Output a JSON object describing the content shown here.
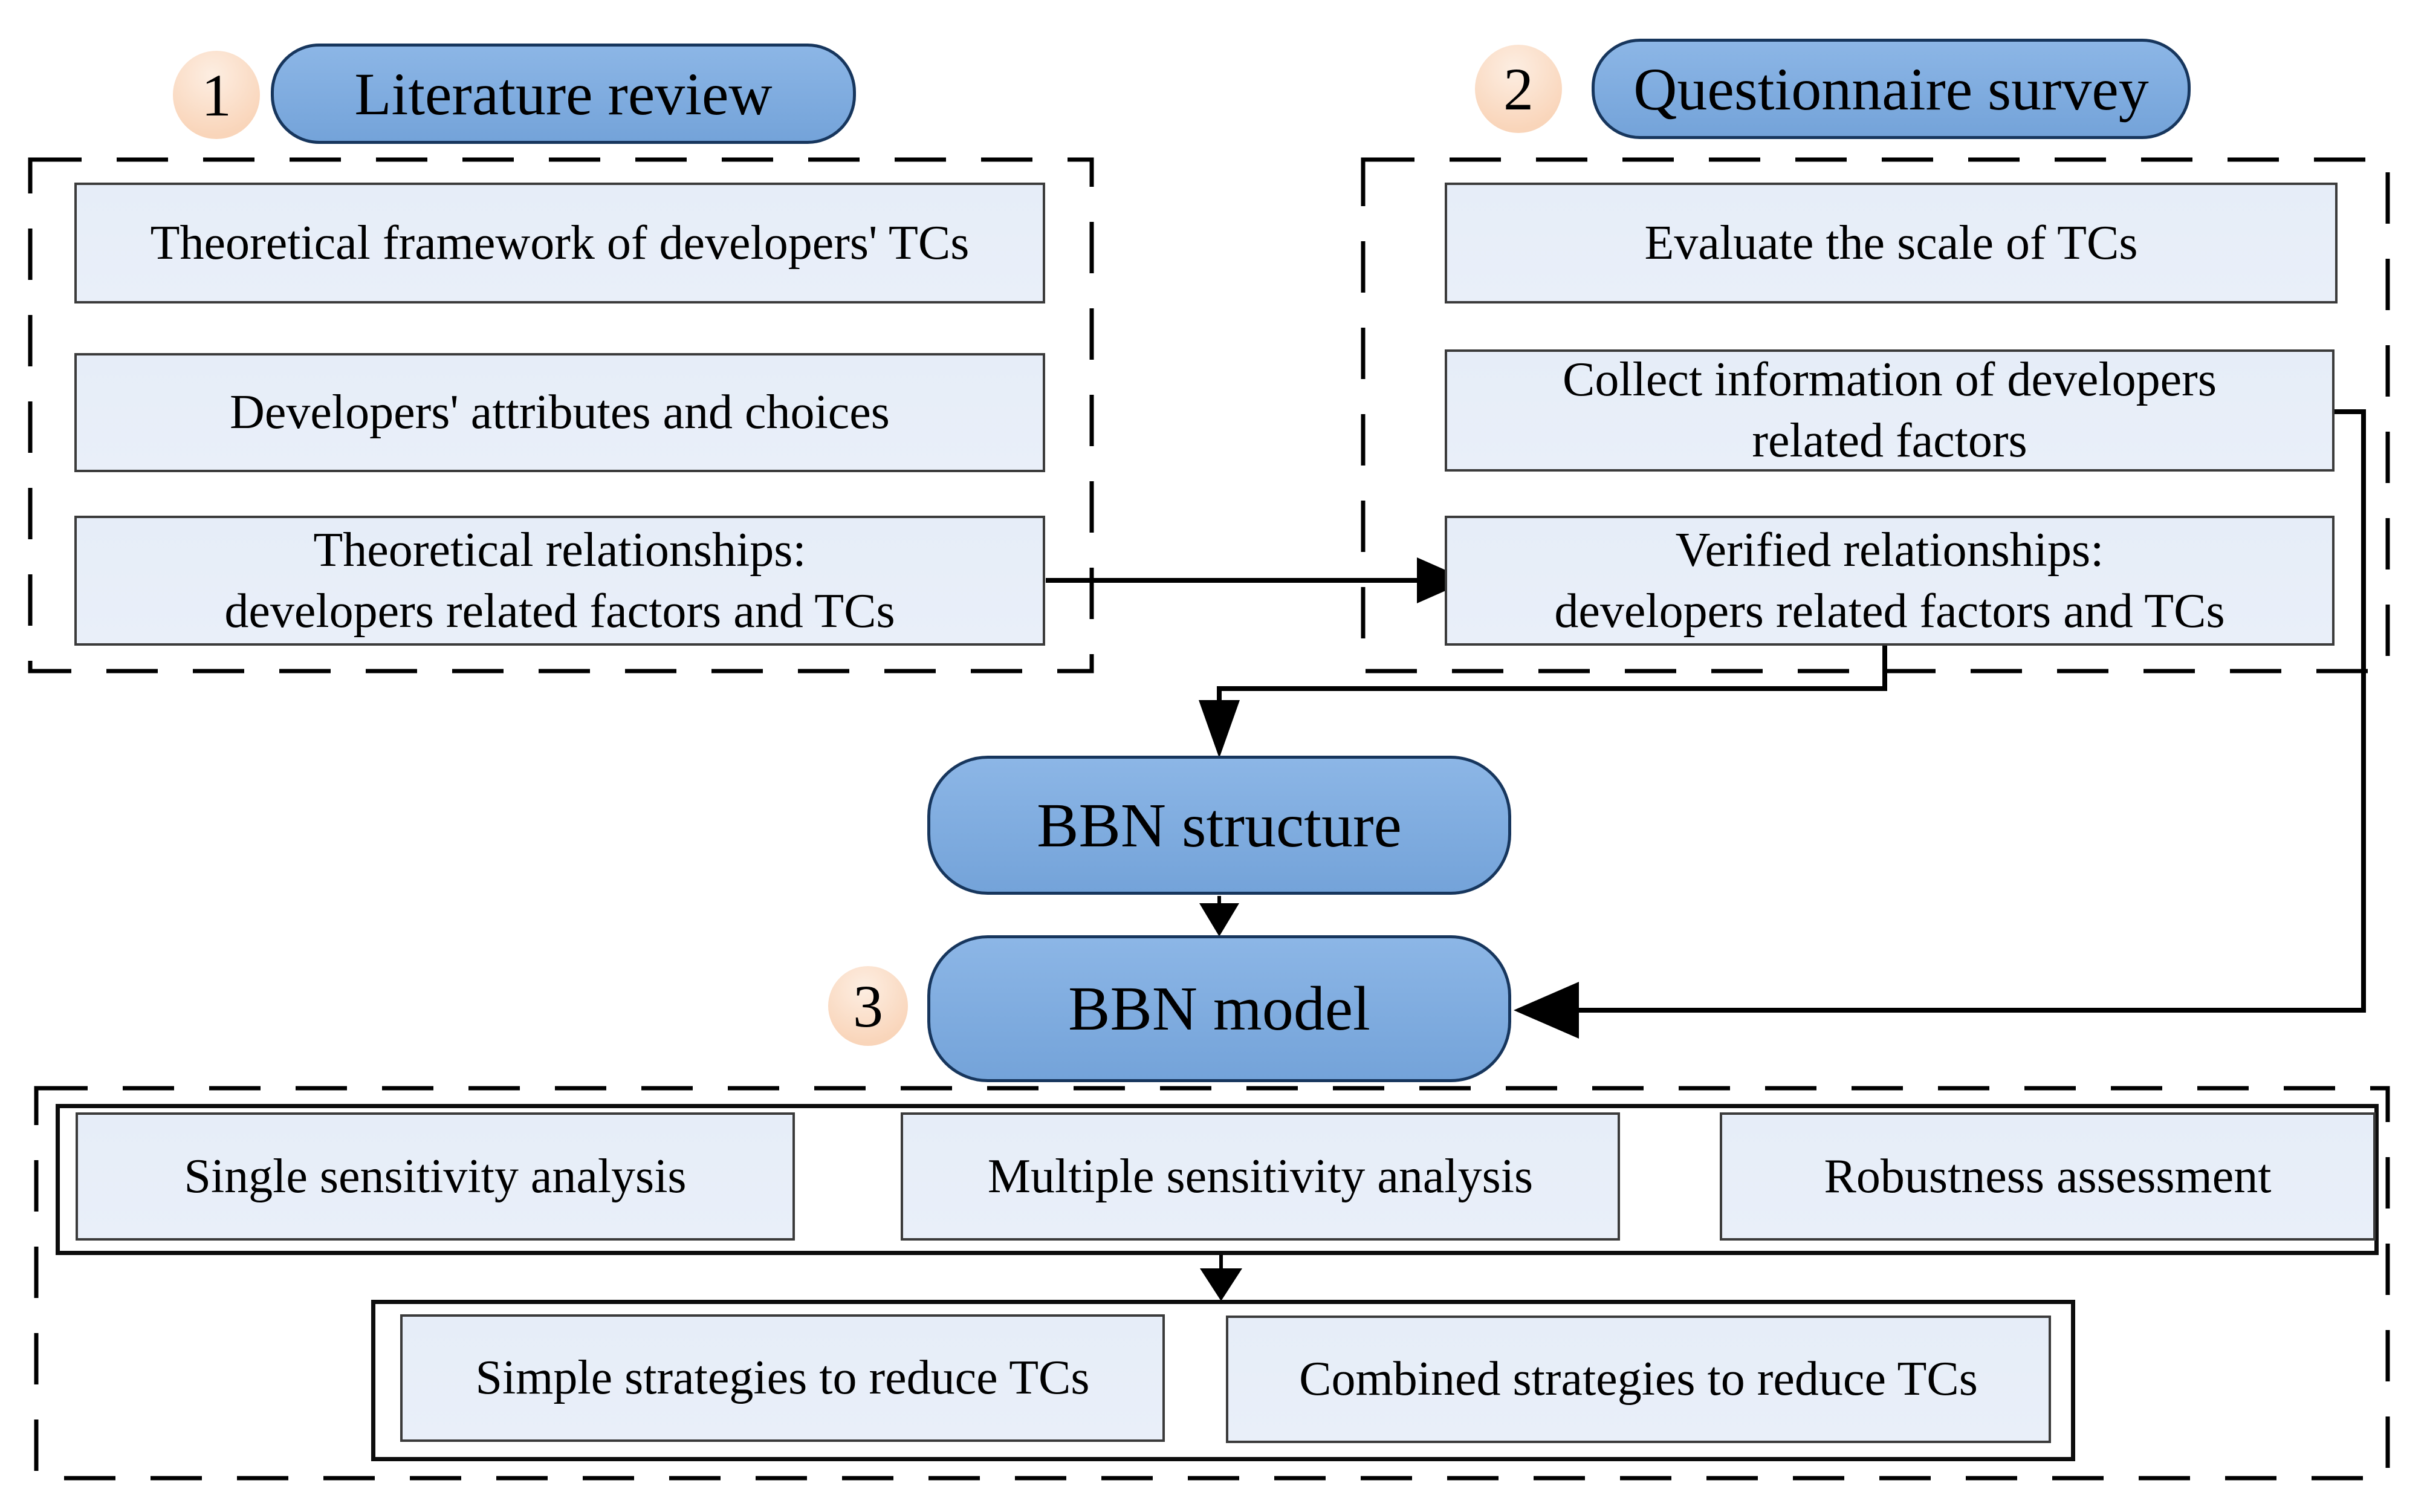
{
  "colors": {
    "pill_fill_top": "#8cb6e6",
    "pill_fill_bottom": "#74a3d9",
    "pill_border": "#17365d",
    "box_fill": "#e9eff9",
    "box_border": "#3b3b3b",
    "badge_fill": "#f9d5ba",
    "badge_fill_light": "#fdeee2",
    "line_color": "#000000"
  },
  "stage1": {
    "number": "1",
    "title": "Literature review",
    "boxes": [
      {
        "line1": "Theoretical framework of developers' TCs"
      },
      {
        "line1": "Developers' attributes and choices"
      },
      {
        "line1": "Theoretical relationships:",
        "line2": "developers related factors and TCs"
      }
    ]
  },
  "stage2": {
    "number": "2",
    "title": "Questionnaire survey",
    "boxes": [
      {
        "line1": "Evaluate the scale of TCs"
      },
      {
        "line1": "Collect information of developers",
        "line2": "related factors"
      },
      {
        "line1": "Verified relationships:",
        "line2": "developers related factors and TCs"
      }
    ]
  },
  "stage3": {
    "number": "3",
    "structure_label": "BBN structure",
    "model_label": "BBN model",
    "analysis_boxes": [
      "Single sensitivity analysis",
      "Multiple sensitivity analysis",
      "Robustness assessment"
    ],
    "strategy_boxes": [
      "Simple strategies to reduce TCs",
      "Combined strategies to reduce TCs"
    ]
  }
}
